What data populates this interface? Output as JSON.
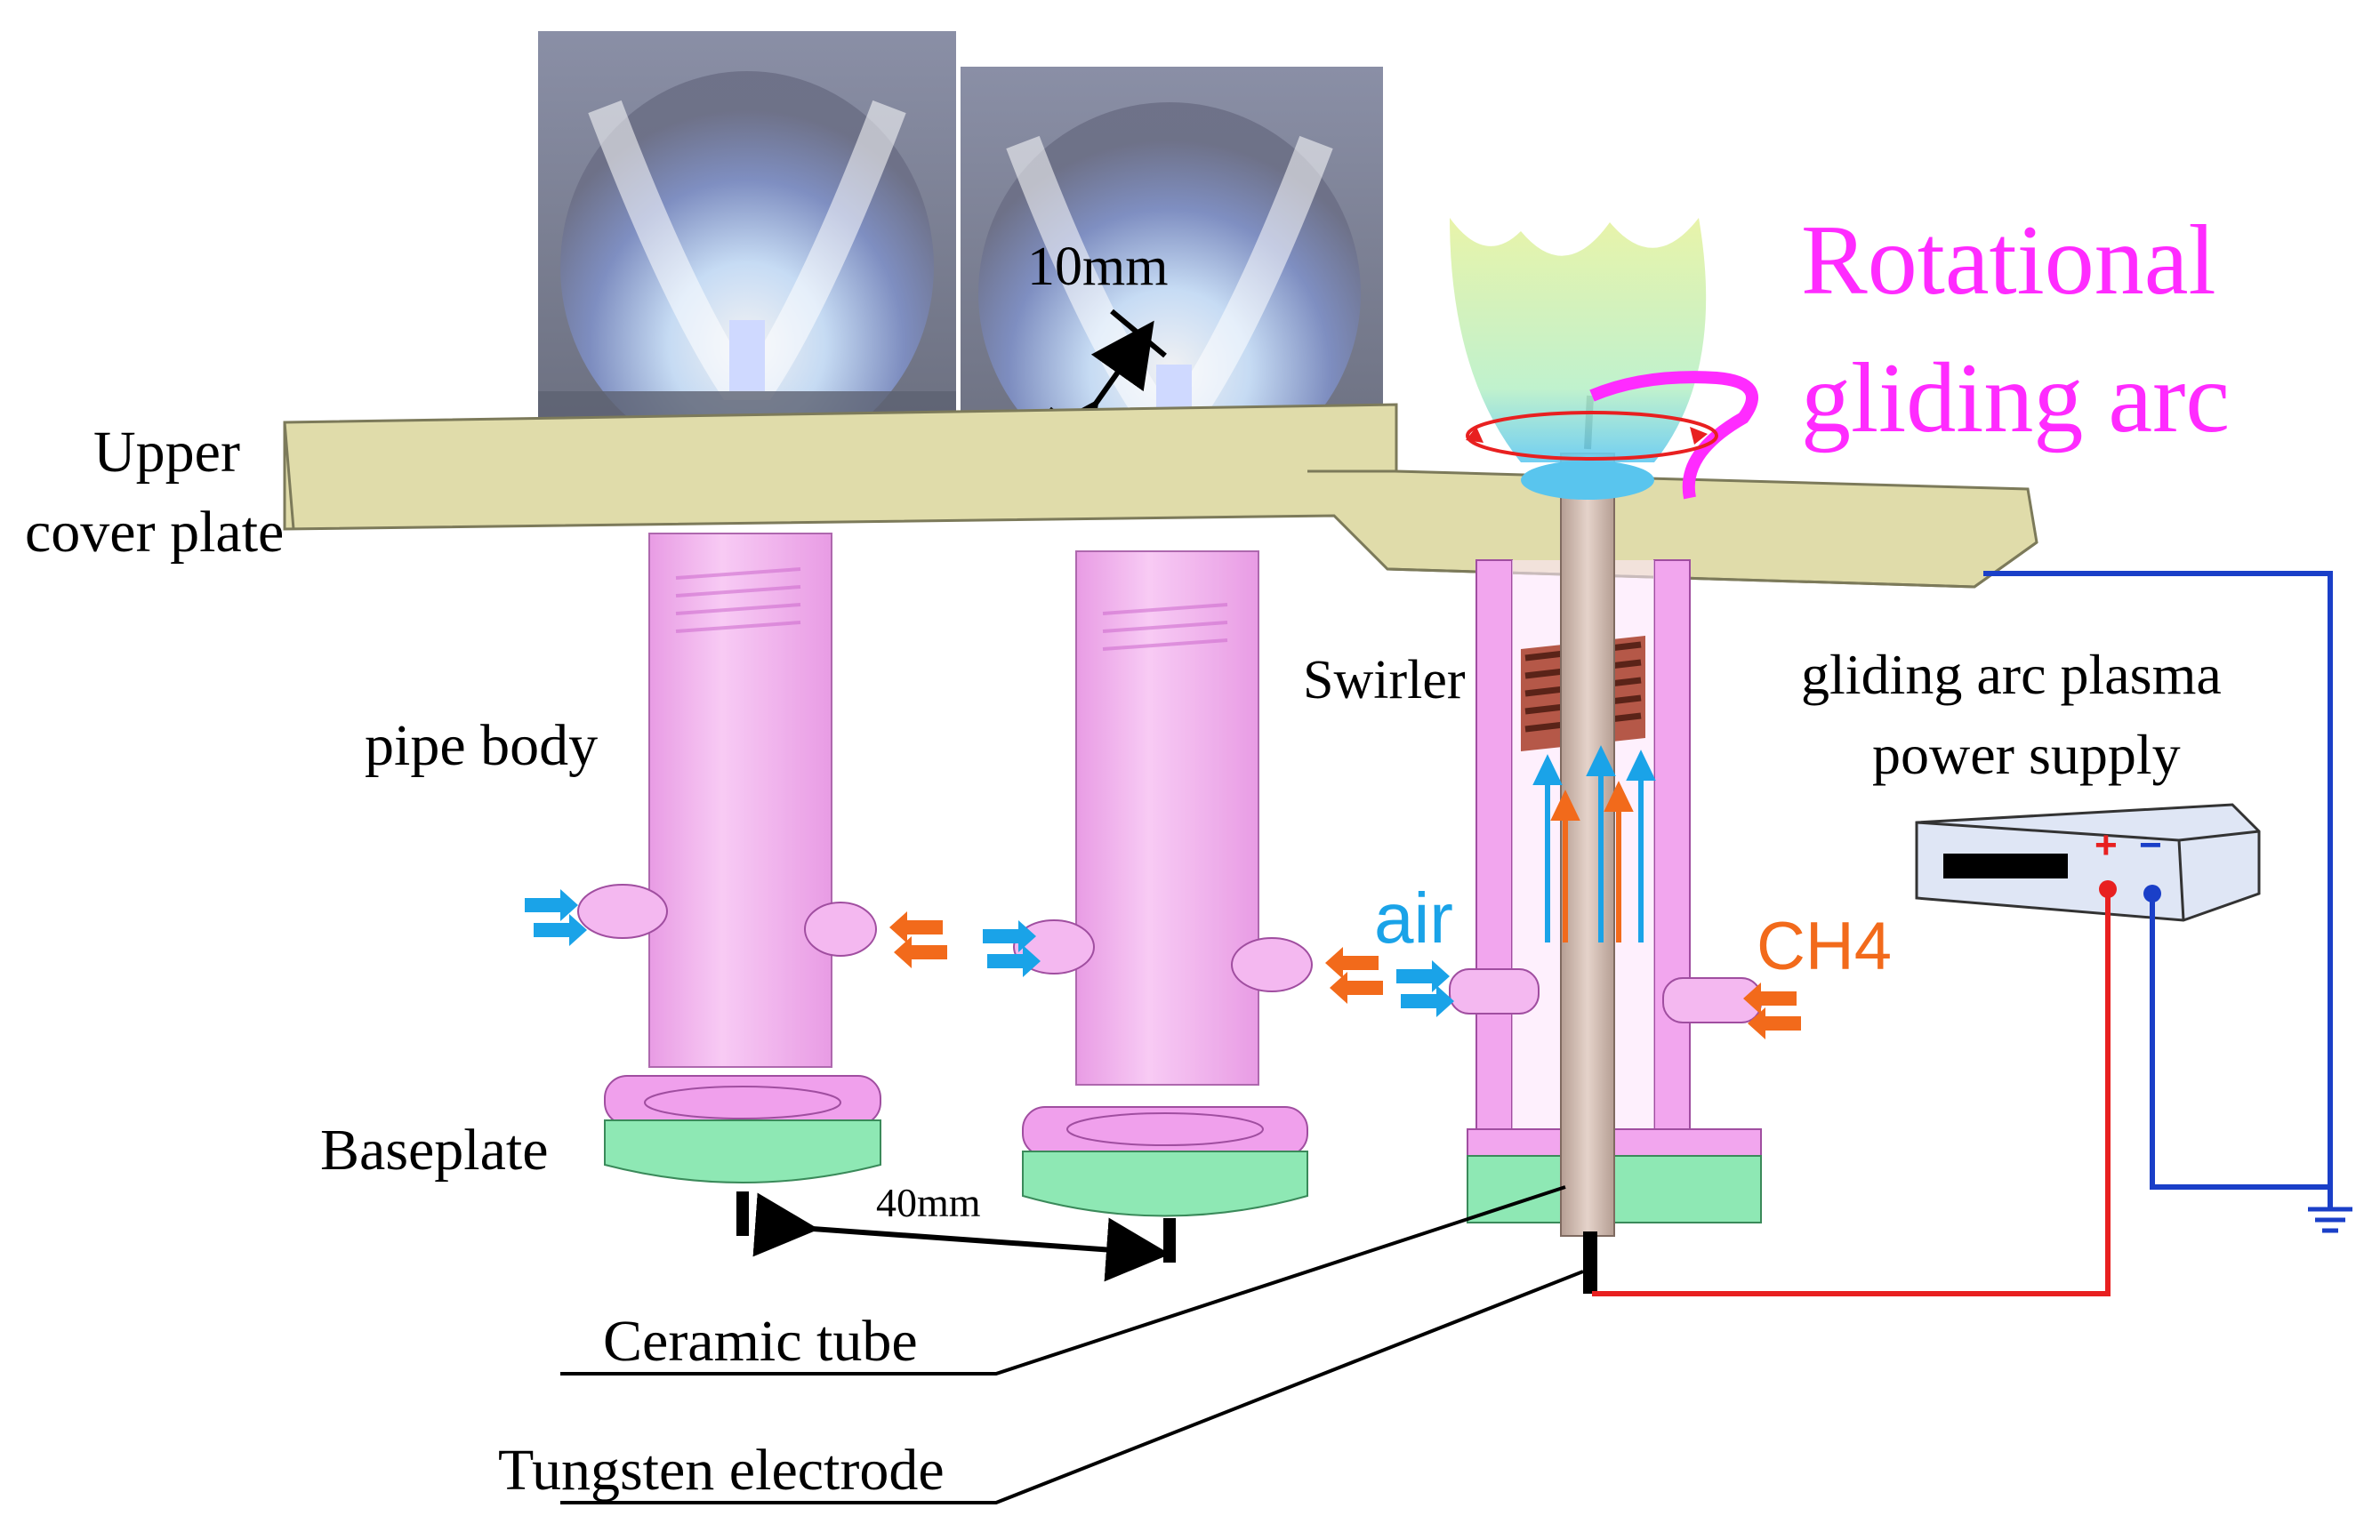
{
  "labels": {
    "upper_cover_line1": "Upper",
    "upper_cover_line2": "cover plate",
    "pipe_body": "pipe body",
    "baseplate": "Baseplate",
    "spacing": "40mm",
    "ceramic_tube": "Ceramic tube",
    "tungsten_electrode": "Tungsten electrode",
    "swirler": "Swirler",
    "air": "air",
    "ch4": "CH4",
    "power_line1": "gliding arc plasma",
    "power_line2": "power supply",
    "rga_line1": "Rotational",
    "rga_line2": "gliding arc",
    "flame_scale": "10mm",
    "plus": "+",
    "minus": "−"
  },
  "colors": {
    "plate": "#e0dcaa",
    "pipe": "#f2a6ee",
    "base": "#8ee8b4",
    "air": "#1aa3e8",
    "ch4": "#f26a1b",
    "arc": "#ff2bff",
    "wire_pos": "#e82020",
    "wire_neg": "#1a3fc8",
    "ceramic": "#d9c3b8",
    "swirler": "#8a3d2e"
  },
  "icons": [
    "ground-icon",
    "power-supply-icon",
    "swirler-icon"
  ]
}
